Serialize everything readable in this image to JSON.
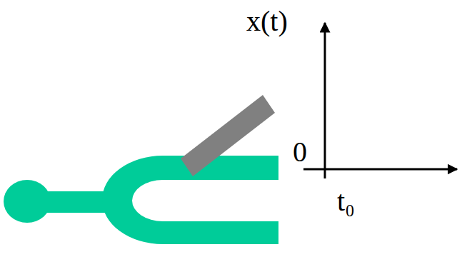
{
  "diagram": {
    "labels": [
      "x(t)",
      "0",
      "t₀"
    ]
  }
}
